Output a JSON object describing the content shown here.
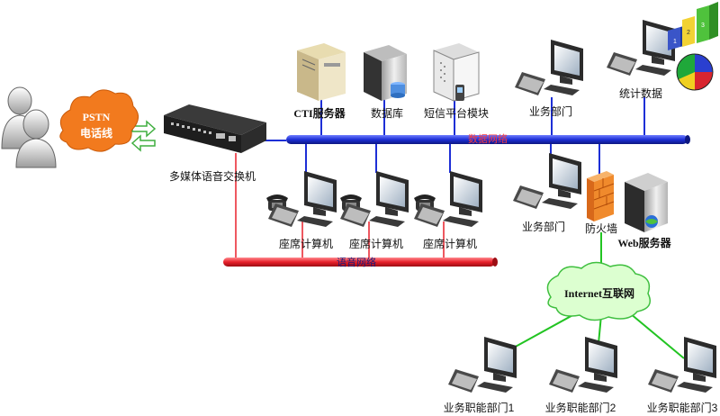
{
  "labels": {
    "pstn_line1": "PSTN",
    "pstn_line2": "电话线",
    "switch": "多媒体语音交换机",
    "cti_server": "CTI服务器",
    "database": "数据库",
    "sms_module": "短信平台模块",
    "business_dept_top": "业务部门",
    "statistics": "统计数据",
    "data_network": "数据网络",
    "agent1": "座席计算机",
    "agent2": "座席计算机",
    "agent3": "座席计算机",
    "business_dept_mid": "业务部门",
    "firewall": "防火墙",
    "web_server": "Web服务器",
    "voice_network": "语音网络",
    "internet": "Internet互联网",
    "remote1": "业务职能部门1",
    "remote2": "业务职能部门2",
    "remote3": "业务职能部门3"
  },
  "chart_badges": [
    "1",
    "2",
    "3"
  ],
  "colors": {
    "data_bus": "#1d2fd6",
    "voice_bus": "#e8202a",
    "internet_link": "#22c422",
    "pstn_cloud": "#f27a1e",
    "internet_cloud": "#dcffd0"
  }
}
